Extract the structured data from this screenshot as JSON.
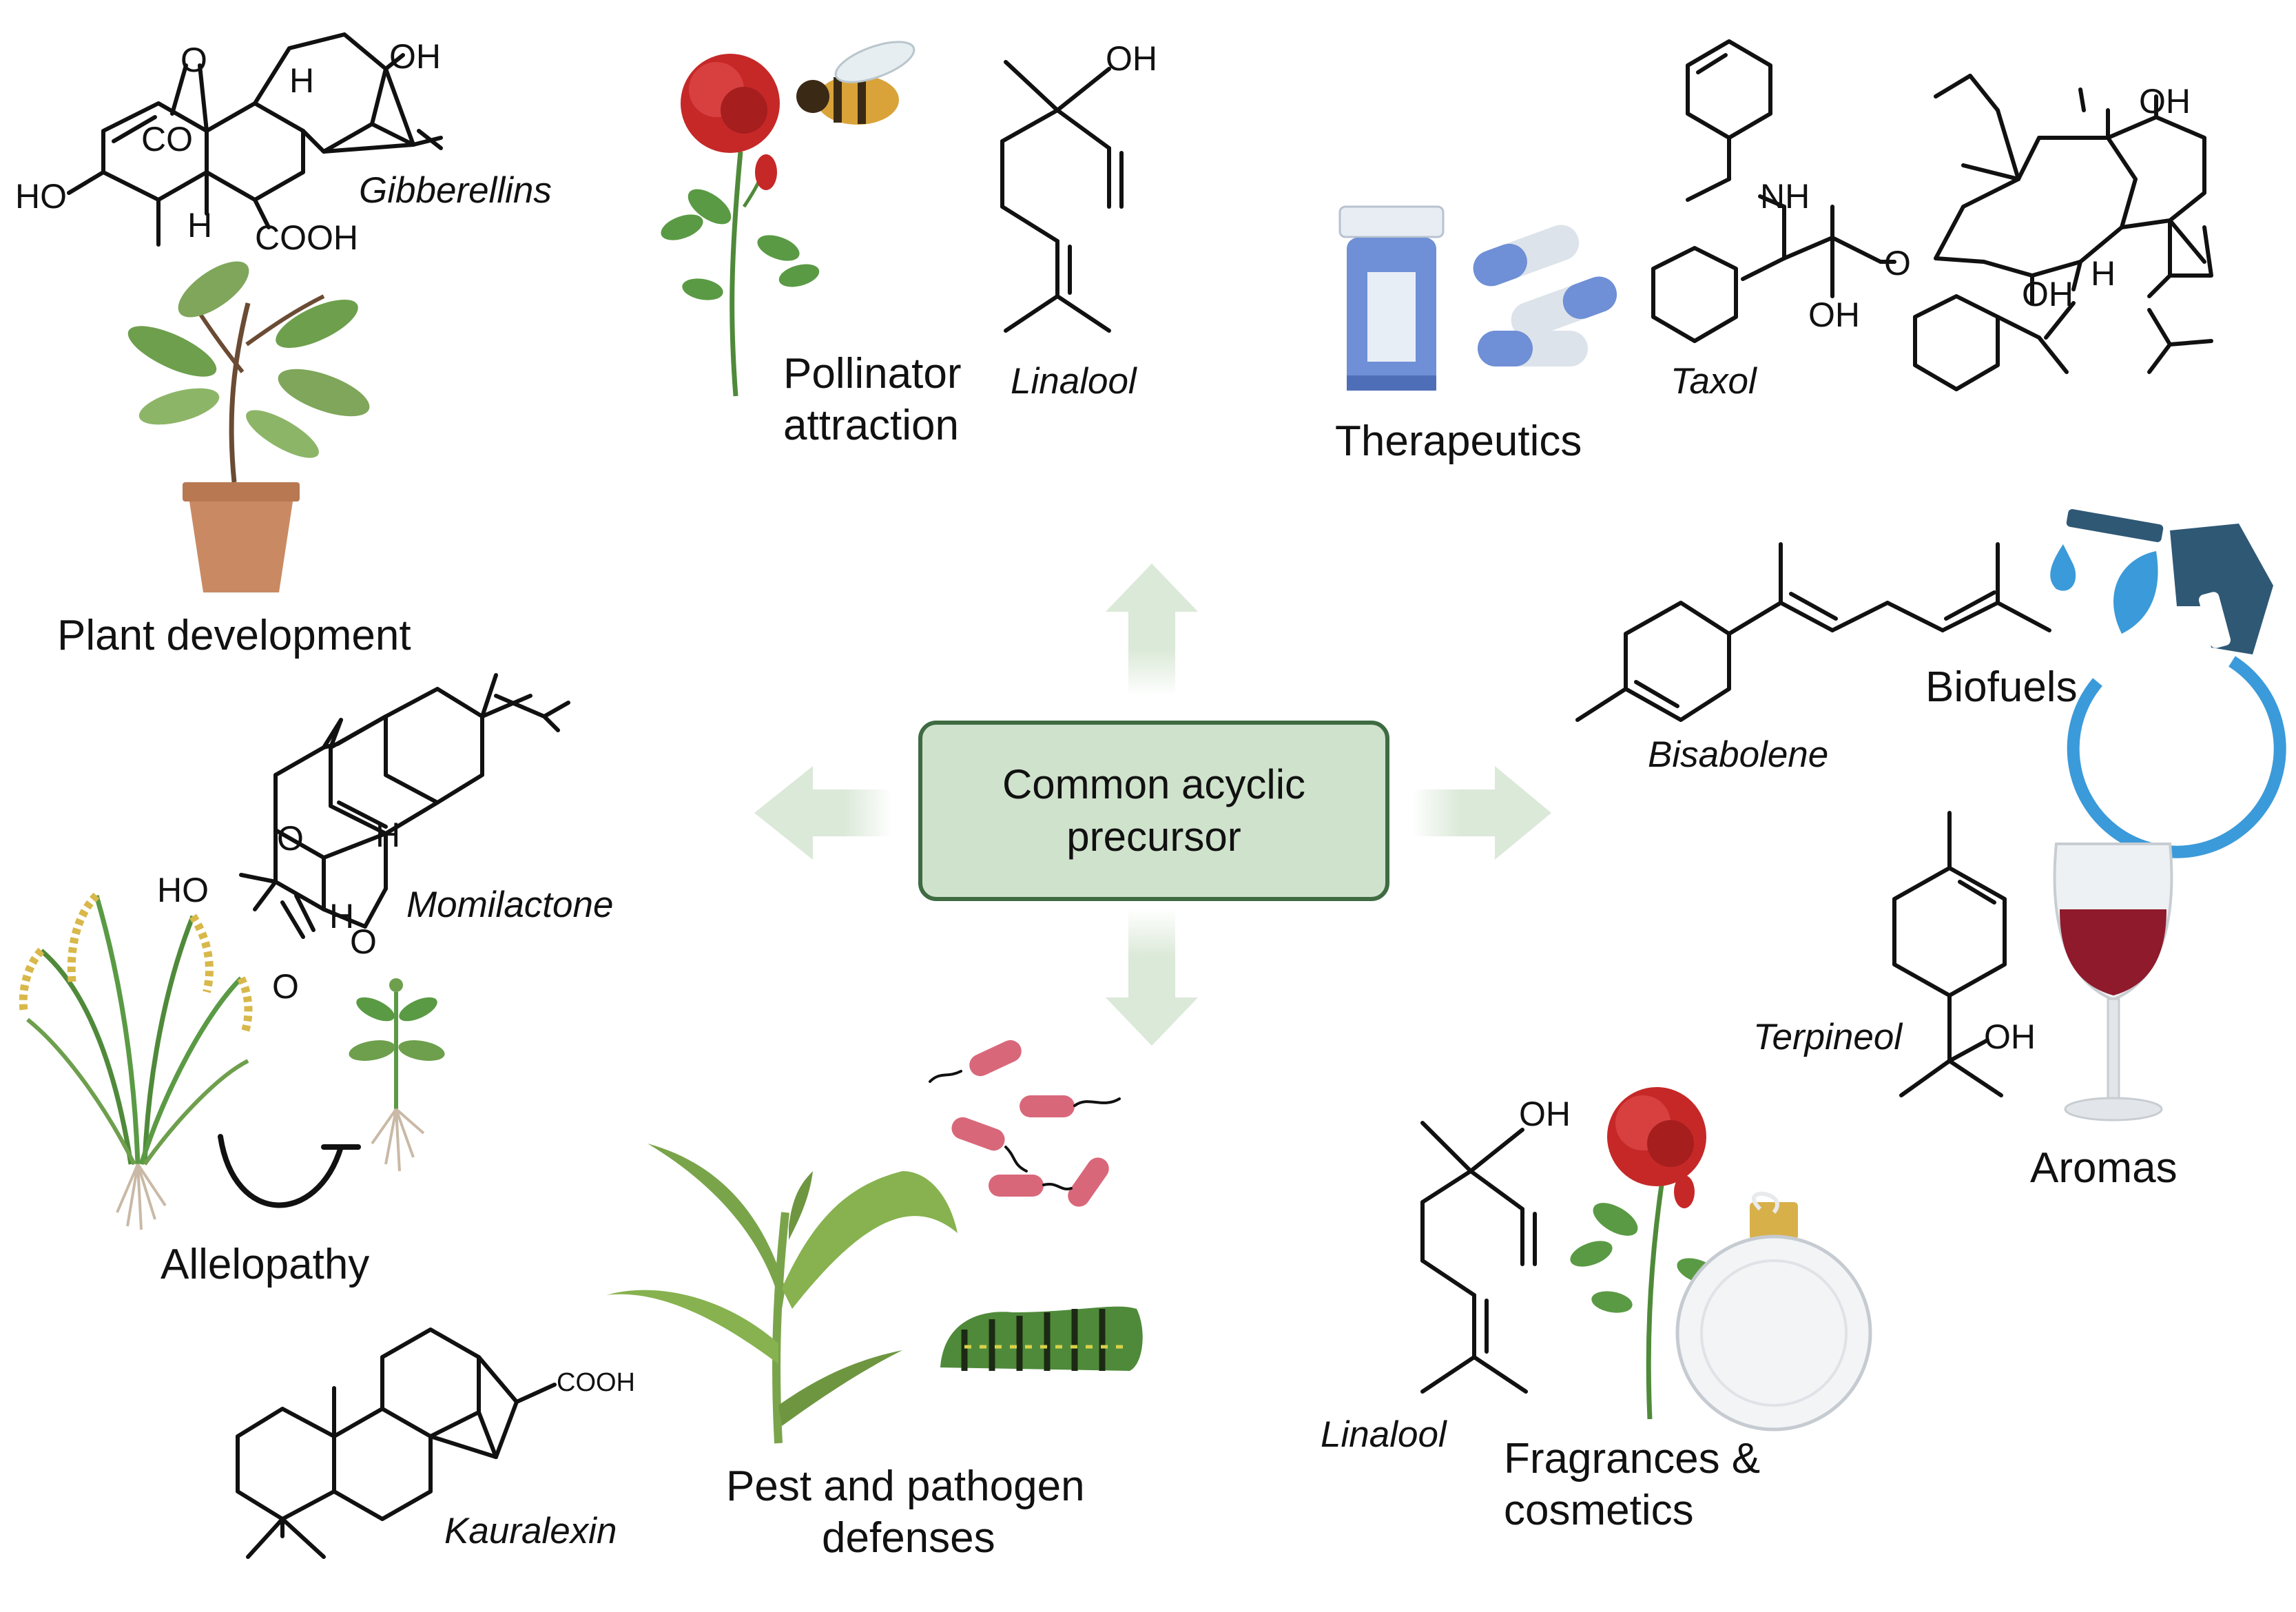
{
  "center": {
    "line1": "Common acyclic",
    "line2": "precursor"
  },
  "applications": {
    "plant_development": "Plant development",
    "pollinator_line1": "Pollinator",
    "pollinator_line2": "attraction",
    "therapeutics": "Therapeutics",
    "biofuels": "Biofuels",
    "aromas": "Aromas",
    "fragrances_line1": "Fragrances &",
    "fragrances_line2": "cosmetics",
    "pest_line1": "Pest and pathogen",
    "pest_line2": "defenses",
    "allelopathy": "Allelopathy"
  },
  "compounds": {
    "gibberellins": "Gibberellins",
    "linalool_top": "Linalool",
    "taxol": "Taxol",
    "bisabolene": "Bisabolene",
    "terpineol": "Terpineol",
    "linalool_bottom": "Linalool",
    "kauralexin": "Kauralexin",
    "momilactone": "Momilactone"
  },
  "atoms": {
    "oh": "OH",
    "ho": "HO",
    "h": "H",
    "o": "O",
    "co": "CO",
    "cooh": "COOH",
    "nh": "NH"
  },
  "colors": {
    "box_fill": "#cfe2cc",
    "box_border": "#3f6b42",
    "arrow": "#dbe9d8",
    "leaf": "#6e9f4d",
    "pot": "#c98a63",
    "rose": "#c62828",
    "pill_blue": "#6f8fd6",
    "fuel_blue": "#3b9ad9",
    "fuel_dark": "#2f5875",
    "wine": "#8e1a2c",
    "bacteria": "#d9677a",
    "rice_grain": "#d8b84a"
  }
}
